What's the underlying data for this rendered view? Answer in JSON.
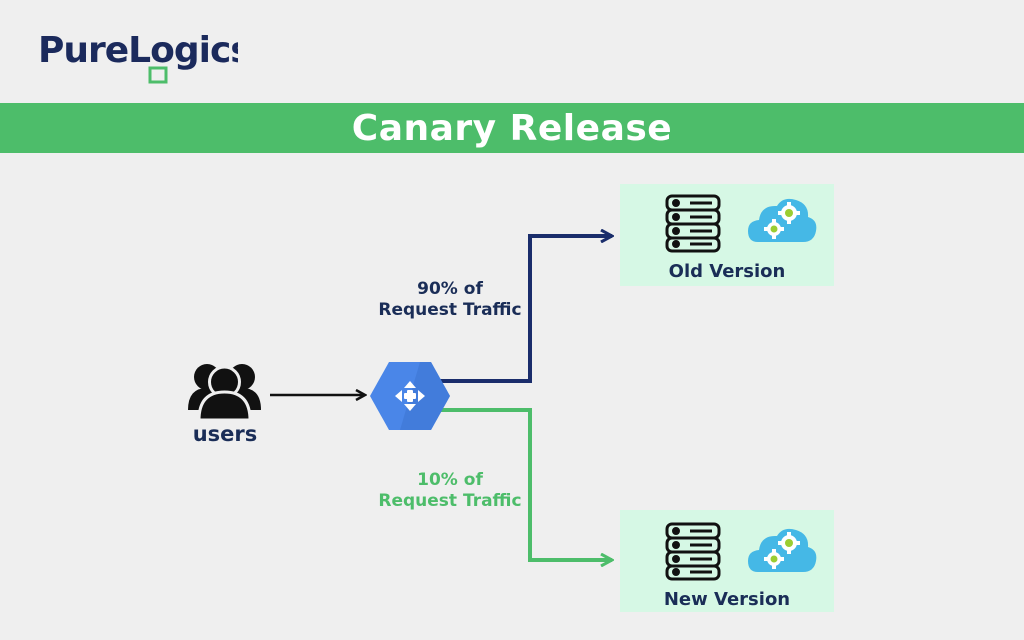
{
  "brand": {
    "logo_text": "PureLogics",
    "logo_color": "#1b2a5c",
    "accent": "#4dbd6a"
  },
  "title": "Canary Release",
  "users": {
    "label": "users",
    "icon": "users-icon"
  },
  "load_balancer": {
    "icon": "load-balancer-icon",
    "color": "#4a86e8"
  },
  "routes": [
    {
      "line1": "90%",
      "line1_suffix": " of",
      "line2": "Request Traffic",
      "color": "#1a2d6b",
      "target": "Old Version"
    },
    {
      "line1": "10%",
      "line1_suffix": " of",
      "line2": "Request Traffic",
      "color": "#4dbd6a",
      "target": "New Version"
    }
  ],
  "targets": {
    "old": {
      "label": "Old Version",
      "icons": [
        "server-icon",
        "cloud-gears-icon"
      ]
    },
    "new": {
      "label": "New Version",
      "icons": [
        "server-icon",
        "cloud-gears-icon"
      ]
    }
  }
}
